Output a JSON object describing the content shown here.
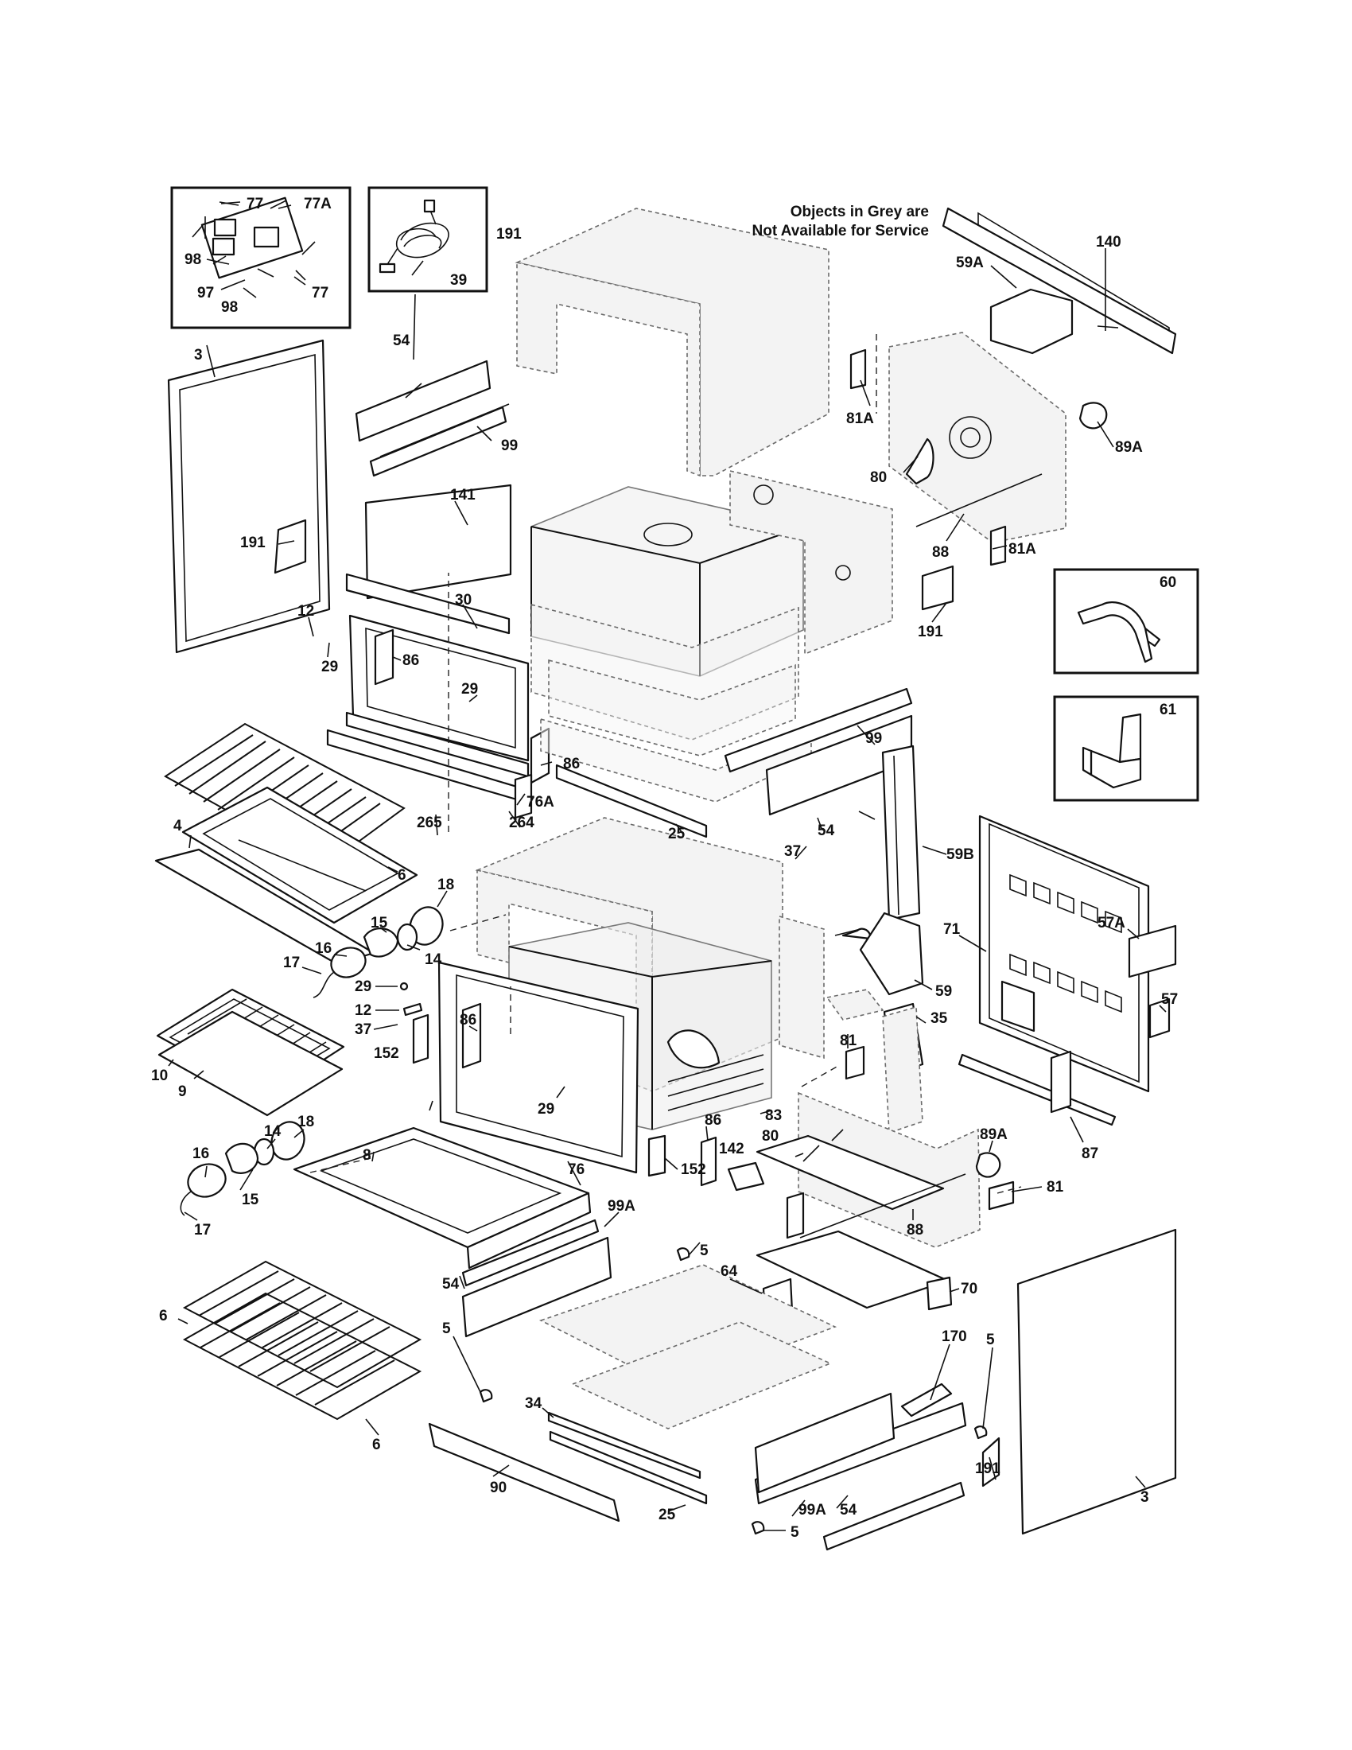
{
  "note": {
    "line1": "Objects in Grey are",
    "line2": "Not Available for Service"
  },
  "labels": {
    "p77a": "77",
    "p77b": "77A",
    "p98a": "98",
    "p97": "97",
    "p98b": "98",
    "p77c": "77",
    "p39": "39",
    "p191a": "191",
    "p140": "140",
    "p59a": "59A",
    "p3a": "3",
    "p54a": "54",
    "p99a": "99",
    "p81a1": "81A",
    "p89a1": "89A",
    "p80a": "80",
    "p88a": "88",
    "p81a2": "81A",
    "p141": "141",
    "p191b": "191",
    "p12a": "12",
    "p30": "30",
    "p29a": "29",
    "p86a": "86",
    "p29b": "29",
    "p60": "60",
    "p191c": "191",
    "p99b": "99",
    "p61": "61",
    "p86b": "86",
    "p76a": "76A",
    "p265": "265",
    "p264": "264",
    "p25a": "25",
    "p54b": "54",
    "p37a": "37",
    "p59b": "59B",
    "p4": "4",
    "p6a": "6",
    "p18a": "18",
    "p15a": "15",
    "p16a": "16",
    "p14a": "14",
    "p17a": "17",
    "p29c": "29",
    "p12b": "12",
    "p71": "71",
    "p57a": "57A",
    "p59": "59",
    "p37b": "37",
    "p86c": "86",
    "p35": "35",
    "p57": "57",
    "p152a": "152",
    "p10": "10",
    "p9": "9",
    "p29d": "29",
    "p81": "81",
    "p83": "83",
    "p89a2": "89A",
    "p8": "8",
    "p14b": "14",
    "p18b": "18",
    "p86d": "86",
    "p142": "142",
    "p80b": "80",
    "p16b": "16",
    "p152b": "152",
    "p87": "87",
    "p76": "76",
    "p81b": "81",
    "p15b": "15",
    "p17b": "17",
    "p99a1": "99A",
    "p88b": "88",
    "p5a": "5",
    "p64": "64",
    "p70": "70",
    "p54c": "54",
    "p5b": "5",
    "p170": "170",
    "p6b": "6",
    "p5c": "5",
    "p34": "34",
    "p6c": "6",
    "p191d": "191",
    "p3b": "3",
    "p90": "90",
    "p99a2": "99A",
    "p54d": "54",
    "p25b": "25",
    "p5d": "5"
  }
}
